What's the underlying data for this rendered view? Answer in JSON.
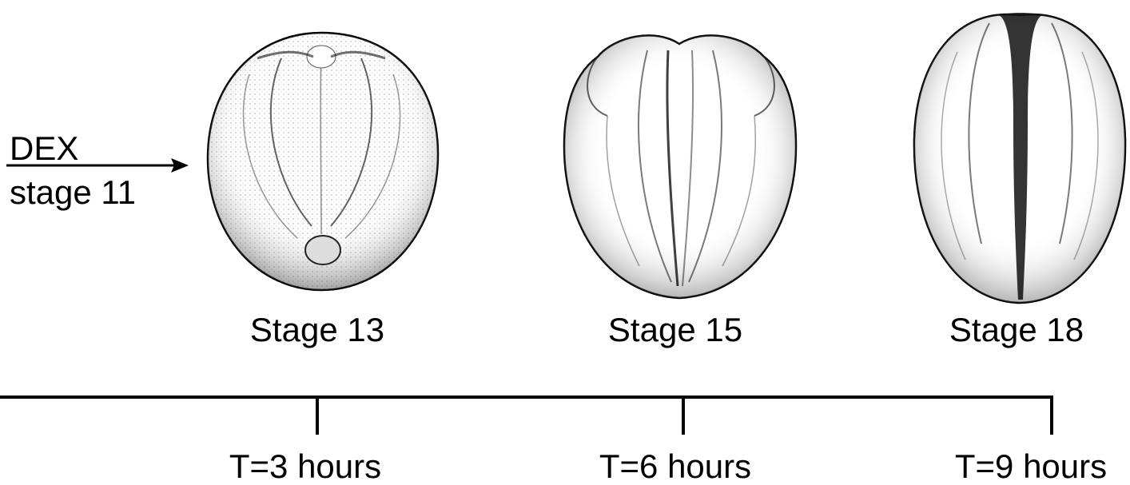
{
  "treatment": {
    "agent": "DEX",
    "start_stage": "stage 11"
  },
  "embryos": [
    {
      "stage_label": "Stage 13",
      "time_label": "T=3 hours"
    },
    {
      "stage_label": "Stage 15",
      "time_label": "T=6 hours"
    },
    {
      "stage_label": "Stage 18",
      "time_label": "T=9 hours"
    }
  ],
  "colors": {
    "ink": "#000000",
    "background": "#ffffff"
  }
}
